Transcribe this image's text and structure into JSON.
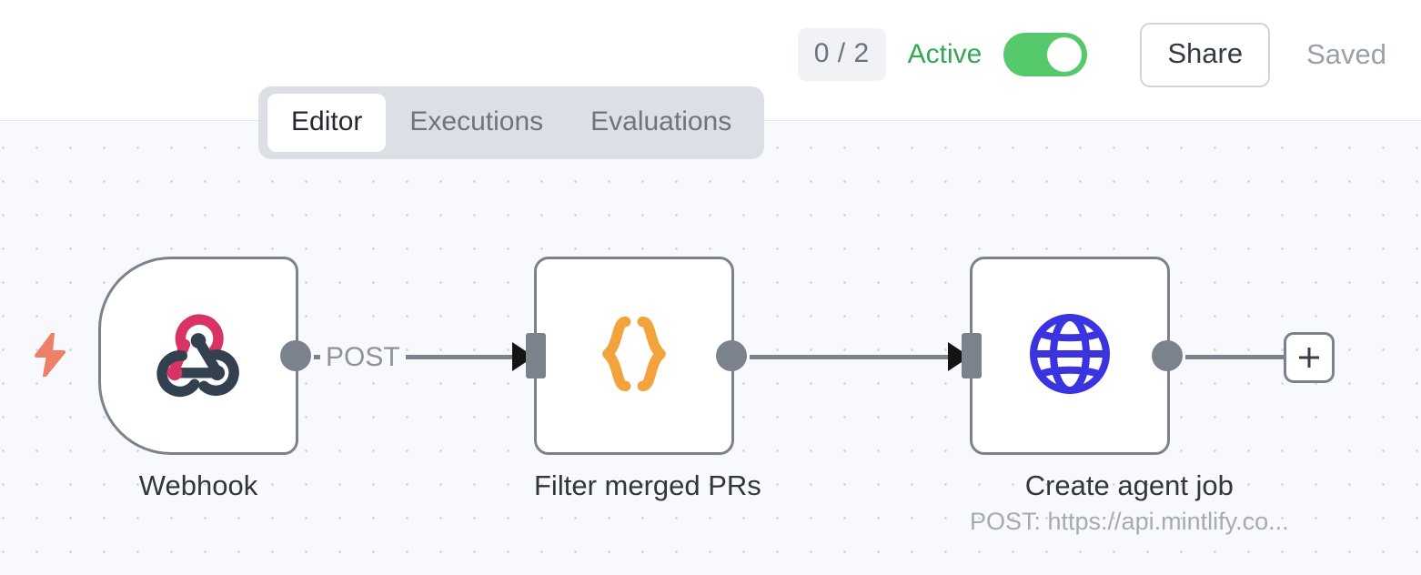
{
  "header": {
    "execution_count": "0 / 2",
    "active_label": "Active",
    "toggle": {
      "name": "active-toggle",
      "state": "on",
      "color": "#56c96c"
    },
    "share_label": "Share",
    "saved_label": "Saved"
  },
  "tabs": [
    {
      "label": "Editor",
      "active": true
    },
    {
      "label": "Executions",
      "active": false
    },
    {
      "label": "Evaluations",
      "active": false
    }
  ],
  "canvas": {
    "background_color": "#f8f9fc",
    "dot_color": "#c5c9d3",
    "grid_spacing": 37,
    "trigger_bolt_icon": "lightning-bolt-icon",
    "trigger_bolt_color": "#ee8069",
    "add_node_icon": "plus-icon"
  },
  "nodes": [
    {
      "id": "webhook",
      "label": "Webhook",
      "subtitle": "",
      "icon": "webhook-icon",
      "icon_colors": [
        "#d93366",
        "#33404f"
      ],
      "shape": "trigger",
      "has_input": false,
      "has_output": true
    },
    {
      "id": "filter-merged-prs",
      "label": "Filter merged PRs",
      "subtitle": "",
      "icon": "curly-braces-icon",
      "icon_colors": [
        "#f2a33c"
      ],
      "shape": "action",
      "has_input": true,
      "has_output": true
    },
    {
      "id": "create-agent-job",
      "label": "Create agent job",
      "subtitle": "POST: https://api.mintlify.co...",
      "icon": "globe-icon",
      "icon_colors": [
        "#3a34e0"
      ],
      "shape": "action",
      "has_input": true,
      "has_output": true
    }
  ],
  "edges": [
    {
      "from": "webhook",
      "to": "filter-merged-prs",
      "label": "POST"
    },
    {
      "from": "filter-merged-prs",
      "to": "create-agent-job",
      "label": ""
    },
    {
      "from": "create-agent-job",
      "to": "add-node",
      "label": ""
    }
  ]
}
